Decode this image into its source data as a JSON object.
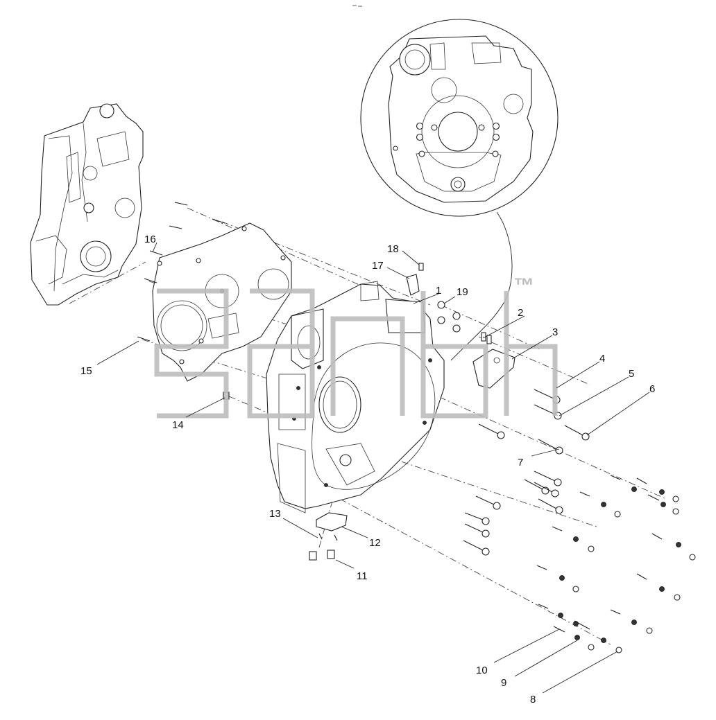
{
  "diagram": {
    "callouts": [
      {
        "id": "1",
        "label": "1"
      },
      {
        "id": "2",
        "label": "2"
      },
      {
        "id": "3",
        "label": "3"
      },
      {
        "id": "4",
        "label": "4"
      },
      {
        "id": "5",
        "label": "5"
      },
      {
        "id": "6",
        "label": "6"
      },
      {
        "id": "7",
        "label": "7"
      },
      {
        "id": "8",
        "label": "8"
      },
      {
        "id": "9",
        "label": "9"
      },
      {
        "id": "10",
        "label": "10"
      },
      {
        "id": "11",
        "label": "11"
      },
      {
        "id": "12",
        "label": "12"
      },
      {
        "id": "13",
        "label": "13"
      },
      {
        "id": "14",
        "label": "14"
      },
      {
        "id": "15",
        "label": "15"
      },
      {
        "id": "16",
        "label": "16"
      },
      {
        "id": "17",
        "label": "17"
      },
      {
        "id": "18",
        "label": "18"
      },
      {
        "id": "19",
        "label": "19"
      }
    ],
    "watermark_mark": "™"
  }
}
